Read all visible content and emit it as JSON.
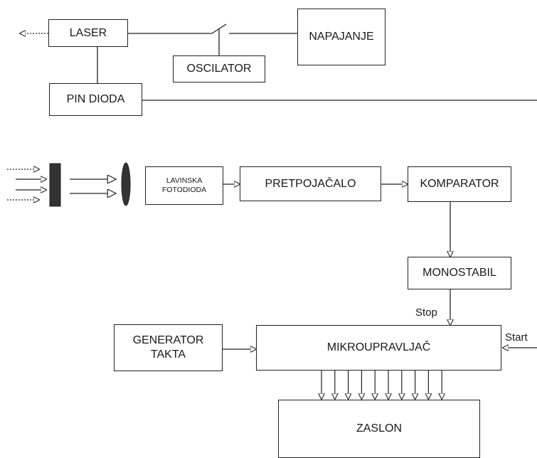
{
  "blocks": {
    "laser": "LASER",
    "napajanje": "NAPAJANJE",
    "oscilator": "OSCILATOR",
    "pin_dioda": "PIN DIODA",
    "lavinska_fotodioda": "LAVINSKA\nFOTODIODA",
    "pretpojacalo": "PRETPOJAČALO",
    "komparator": "KOMPARATOR",
    "monostabil": "MONOSTABIL",
    "generator_takta": "GENERATOR\nTAKTA",
    "mikroupravljac": "MIKROUPRAVLJAČ",
    "zaslon": "ZASLON"
  },
  "signals": {
    "stop": "Stop",
    "start": "Start"
  },
  "data_bus_line_count": 10
}
